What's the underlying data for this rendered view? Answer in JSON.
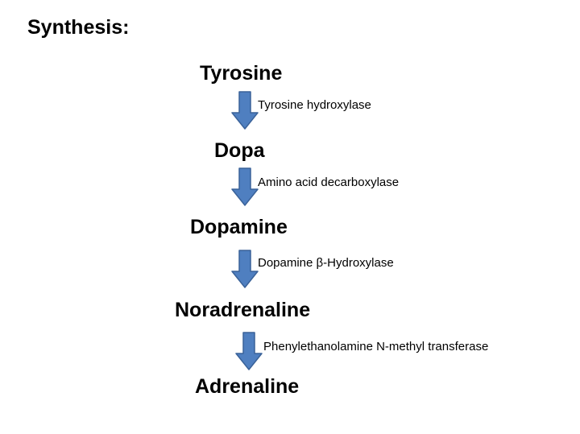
{
  "title": "Synthesis:",
  "arrow_color": "#4F7FC0",
  "arrow_outline": "#3A6299",
  "pathway": {
    "compounds": [
      {
        "name": "Tyrosine"
      },
      {
        "name": "Dopa"
      },
      {
        "name": "Dopamine"
      },
      {
        "name": "Noradrenaline"
      },
      {
        "name": "Adrenaline"
      }
    ],
    "enzymes": [
      {
        "name": "Tyrosine hydroxylase"
      },
      {
        "name": "Amino acid decarboxylase"
      },
      {
        "name": "Dopamine β-Hydroxylase"
      },
      {
        "name": "Phenylethanolamine N-methyl transferase"
      }
    ]
  }
}
